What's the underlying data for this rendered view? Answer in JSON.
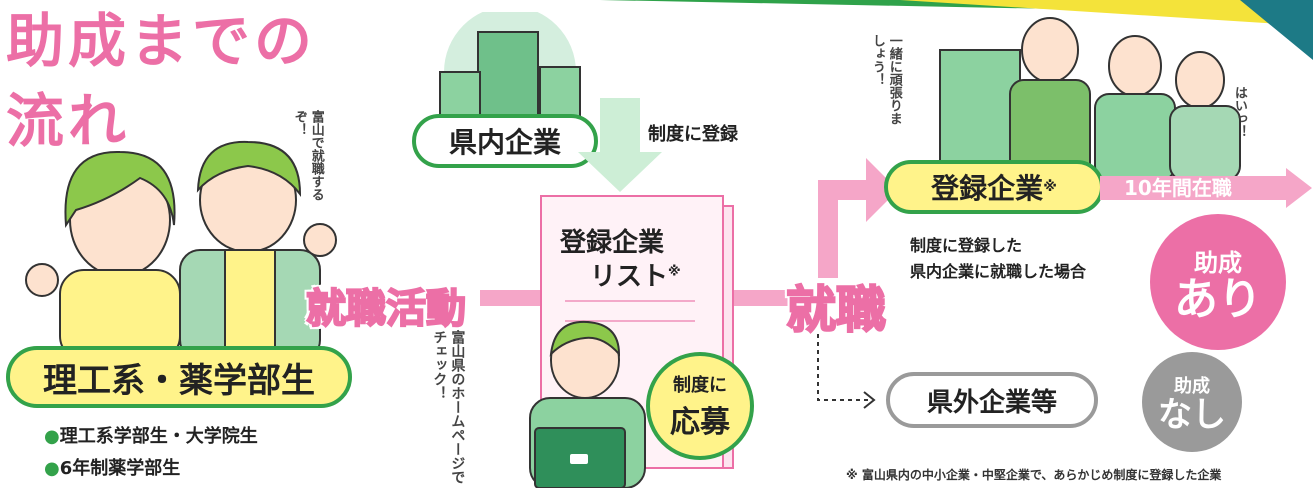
{
  "title": {
    "line1": "助成までの",
    "line2": "流れ"
  },
  "students": {
    "label": "理工系・薬学部生",
    "bullets": [
      "理工系学部生・大学院生",
      "6年制薬学部生"
    ],
    "speech": "富山で就職するぞ！"
  },
  "job_hunting": "就職活動",
  "company_in_pref": {
    "label": "県内企業",
    "register": "制度に登録"
  },
  "list": {
    "line1": "登録企業",
    "line2": "リスト",
    "mark": "※"
  },
  "check_speech": "富山県のホームページでチェック！",
  "apply": {
    "line1": "制度に",
    "line2": "応募"
  },
  "employment": "就職",
  "registered": {
    "label": "登録企業",
    "mark": "※",
    "years": "10年間在職",
    "desc1": "制度に登録した",
    "desc2": "県内企業に就職した場合"
  },
  "speech_together": "一緒に頑張りましょう！",
  "speech_yes": "はいっ！",
  "grant_yes": {
    "top": "助成",
    "bottom": "あり"
  },
  "outside": {
    "label": "県外企業等"
  },
  "grant_no": {
    "top": "助成",
    "bottom": "なし"
  },
  "footnote": "※ 富山県内の中小企業・中堅企業で、あらかじめ制度に登録した企業",
  "colors": {
    "pink": "#ec6fa6",
    "green": "#33a24a",
    "yellow": "#fff38a",
    "gray": "#9a9a9a"
  }
}
